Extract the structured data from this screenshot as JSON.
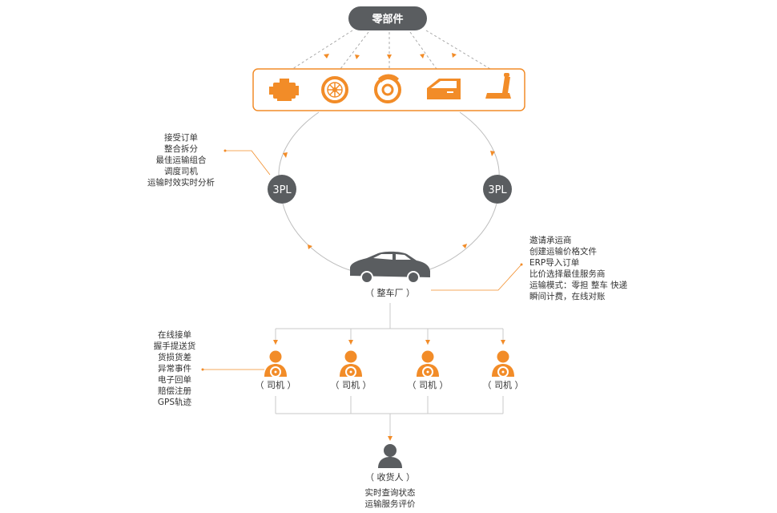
{
  "top_node": {
    "label": "零部件"
  },
  "parts": [
    {
      "icon": "engine-icon"
    },
    {
      "icon": "wheel-icon"
    },
    {
      "icon": "brake-disc-icon"
    },
    {
      "icon": "car-door-icon"
    },
    {
      "icon": "car-seat-icon"
    }
  ],
  "tpl_left": {
    "label": "3PL"
  },
  "tpl_right": {
    "label": "3PL"
  },
  "tpl_tasks": [
    "接受订单",
    "整合拆分",
    "最佳运输组合",
    "调度司机",
    "运输时效实时分析"
  ],
  "oem": {
    "label": "（ 整车厂 ）",
    "icon": "car-icon"
  },
  "oem_tasks": [
    "邀请承运商",
    "创建运输价格文件",
    "ERP导入订单",
    "比价选择最佳服务商",
    "运输模式：零担 整车 快递",
    "瞬间计费，在线对账"
  ],
  "drivers": [
    {
      "label": "（ 司机 ）",
      "icon": "driver-icon"
    },
    {
      "label": "（ 司机 ）",
      "icon": "driver-icon"
    },
    {
      "label": "（ 司机 ）",
      "icon": "driver-icon"
    },
    {
      "label": "（ 司机 ）",
      "icon": "driver-icon"
    }
  ],
  "driver_tasks": [
    "在线接单",
    "握手提送货",
    "货损货差",
    "异常事件",
    "电子回单",
    "赔偿注册",
    "GPS轨迹"
  ],
  "receiver": {
    "label": "（ 收货人 ）",
    "icon": "person-icon"
  },
  "receiver_tasks": [
    "实时查询状态",
    "运输服务评价"
  ],
  "colors": {
    "orange": "#F28C28",
    "dark": "#5a5d60",
    "line": "#c9c9c9"
  }
}
